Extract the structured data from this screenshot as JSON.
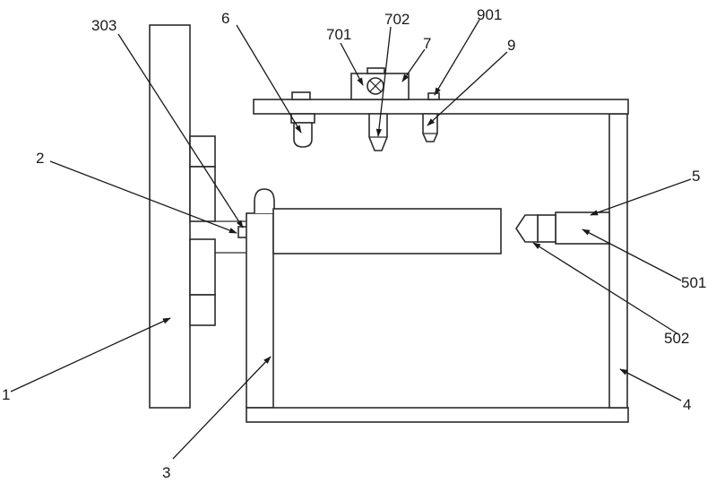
{
  "figure": {
    "reference_numerals": {
      "n1": "1",
      "n2": "2",
      "n3": "3",
      "n4": "4",
      "n5": "5",
      "n6": "6",
      "n7": "7",
      "n9": "9",
      "n303": "303",
      "n501": "501",
      "n502": "502",
      "n701": "701",
      "n702": "702",
      "n901": "901"
    },
    "colors": {
      "line": "#2b2b2b",
      "background": "#ffffff"
    }
  }
}
